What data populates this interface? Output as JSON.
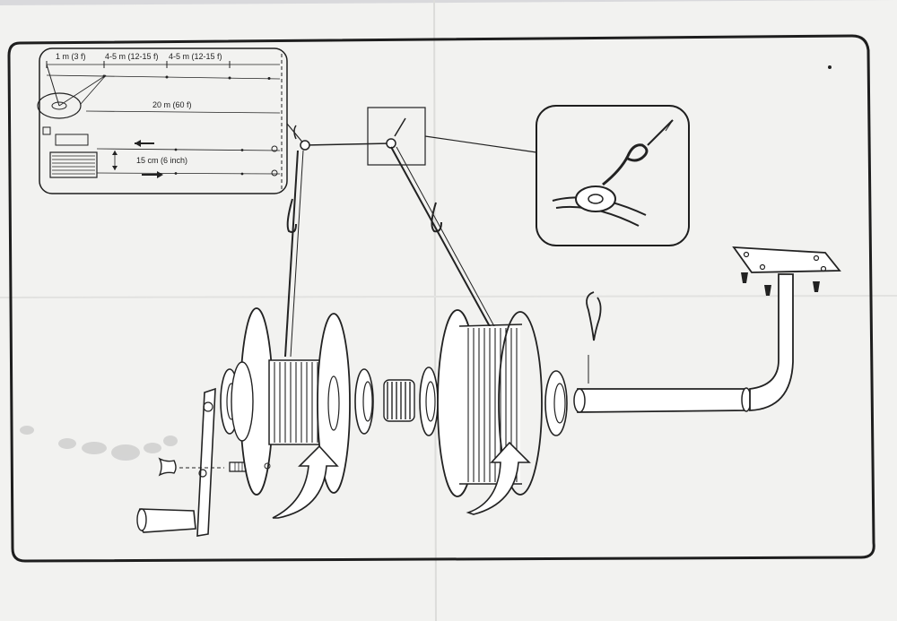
{
  "measurements": {
    "segment_a": "1 m (3 f)",
    "segment_b": "4-5 m (12-15 f)",
    "segment_c": "4-5 m (12-15 f)",
    "total_length": "20 m (60 f)",
    "line_spacing": "15 cm (6 inch)"
  },
  "colors": {
    "paper": "#f4f4f2",
    "ink": "#1e1e1e",
    "background": "#d9d9dc"
  }
}
